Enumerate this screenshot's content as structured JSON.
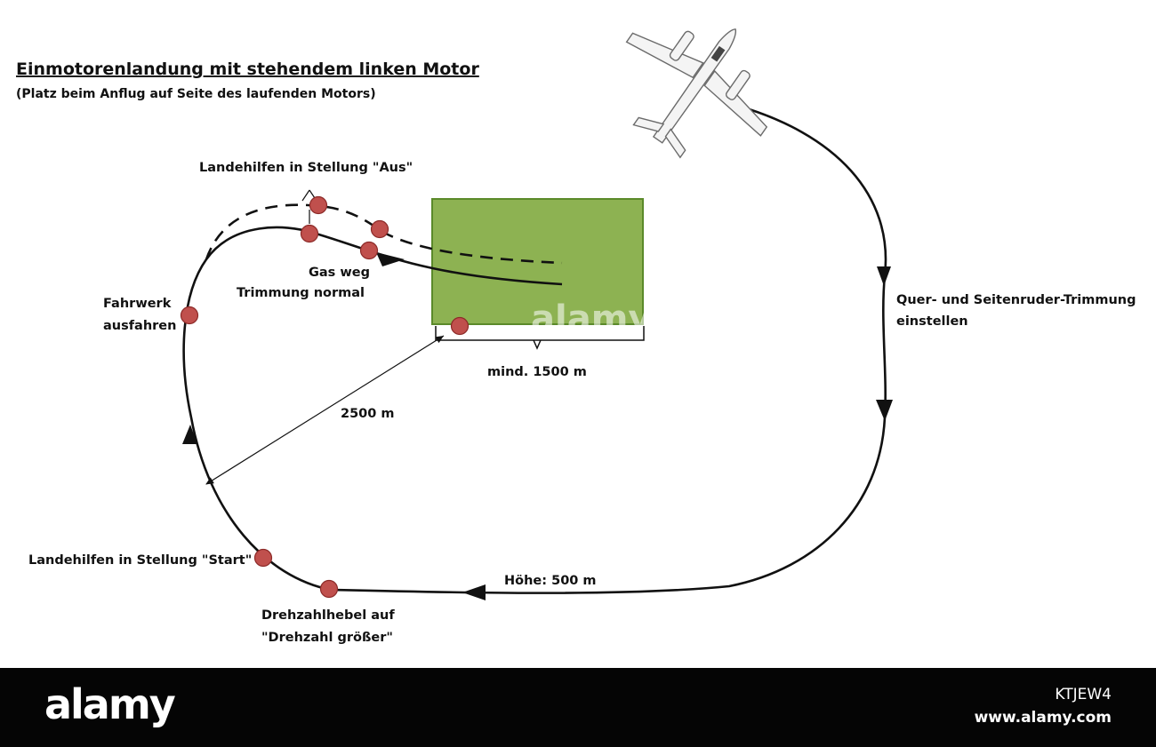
{
  "diagram": {
    "title": "Einmotorenlandung  mit stehendem linken Motor",
    "subtitle": "(Platz beim Anflug auf Seite des laufenden Motors)",
    "labels": {
      "landehilfen_aus": "Landehilfen in Stellung \"Aus\"",
      "gas_weg": "Gas weg",
      "trimmung_normal": "Trimmung normal",
      "fahrwerk": "Fahrwerk",
      "ausfahren": "ausfahren",
      "trimmung_line1": "Quer- und Seitenruder-Trimmung",
      "trimmung_line2": "einstellen",
      "mind": "mind. 1500 m",
      "distance": "2500 m",
      "landehilfen_start": "Landehilfen in Stellung \"Start\"",
      "hoehe": "Höhe: 500 m",
      "drehzahl_line1": "Drehzahlhebel auf",
      "drehzahl_line2": "\"Drehzahl größer\""
    },
    "colors": {
      "airfield_fill": "#8db252",
      "airfield_border": "#5b8a2a",
      "marker_fill": "#c0504d",
      "marker_stroke": "#8c2a28",
      "path": "#111111"
    },
    "watermark": "alamy"
  },
  "footer": {
    "brand": "alamy",
    "image_id": "KTJEW4",
    "url": "www.alamy.com"
  }
}
